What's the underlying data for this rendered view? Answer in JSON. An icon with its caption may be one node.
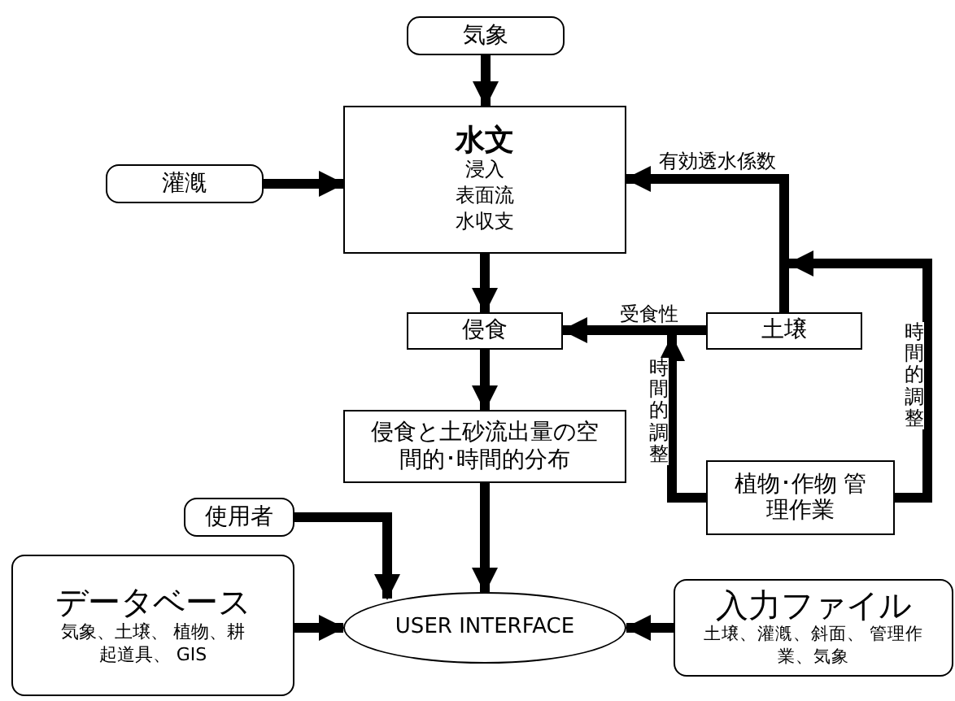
{
  "diagram": {
    "nodes": [
      {
        "text": [
          "気象"
        ]
      },
      {
        "text": [
          "水文",
          "浸入",
          "表面流",
          "水収支"
        ]
      },
      {
        "text": [
          "灌漑"
        ]
      },
      {
        "text": [
          "侵食"
        ]
      },
      {
        "text": [
          "土壌"
        ]
      },
      {
        "text": [
          "侵食と土砂流出量の空間的･時間的分布"
        ]
      },
      {
        "text": [
          "植物･作物 管理作業"
        ]
      },
      {
        "text": [
          "使用者"
        ]
      },
      {
        "text": [
          "データベース",
          "気象、土壌、 植物、耕起道具、 GIS"
        ]
      },
      {
        "text": [
          "USER INTERFACE"
        ]
      },
      {
        "text": [
          "入力ファイル",
          "土壌、灌漑、斜面、 管理作業、気象"
        ]
      }
    ],
    "edges": [
      {
        "from": 0,
        "to": 1,
        "arrow": "to"
      },
      {
        "from": 2,
        "to": 1,
        "arrow": "to"
      },
      {
        "from": 1,
        "to": 3,
        "arrow": "to"
      },
      {
        "from": 4,
        "to": 1,
        "arrow": "to",
        "label": "有効透水係数"
      },
      {
        "from": 4,
        "to": 3,
        "arrow": "to",
        "label": "受食性"
      },
      {
        "from": 6,
        "to": 4,
        "arrow": "to",
        "label": "時間的調整"
      },
      {
        "from": 6,
        "to": 3,
        "arrow": "to",
        "label": "時間的調整"
      },
      {
        "from": 3,
        "to": 5,
        "arrow": "to"
      },
      {
        "from": 5,
        "to": 9,
        "arrow": "to"
      },
      {
        "from": 7,
        "to": 9,
        "arrow": "to"
      },
      {
        "from": 8,
        "to": 9,
        "arrow": "to"
      },
      {
        "from": 10,
        "to": 9,
        "arrow": "to"
      }
    ]
  }
}
